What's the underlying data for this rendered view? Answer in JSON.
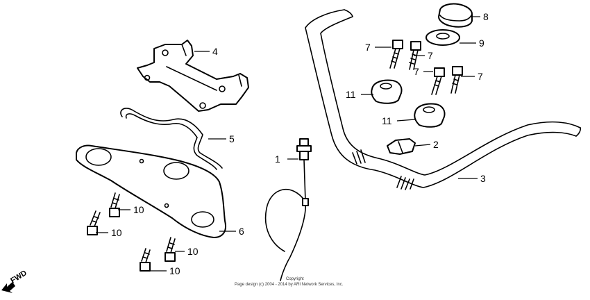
{
  "callouts": {
    "c1": "1",
    "c2": "2",
    "c3": "3",
    "c4": "4",
    "c5": "5",
    "c6": "6",
    "c7a": "7",
    "c7b": "7",
    "c7c": "7",
    "c7d": "7",
    "c8": "8",
    "c9": "9",
    "c10a": "10",
    "c10b": "10",
    "c10c": "10",
    "c10d": "10",
    "c11a": "11",
    "c11b": "11"
  },
  "fwd_label": "FWD",
  "copyright": {
    "line1": "Copyright",
    "line2": "Page design (c) 2004 - 2014 by ARI Network Services, Inc."
  }
}
